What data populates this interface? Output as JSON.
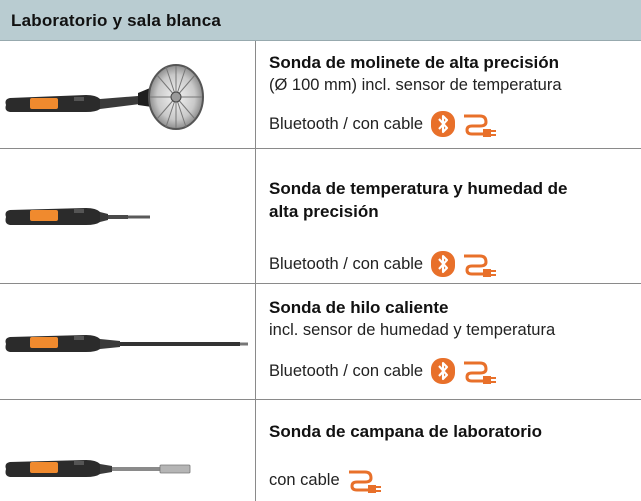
{
  "header": {
    "title": "Laboratorio y sala blanca"
  },
  "rows": [
    {
      "name": "Sonda de molinete de alta precisión",
      "desc": "(Ø 100 mm) incl. sensor de temperatura",
      "connectivity": "Bluetooth / con cable"
    },
    {
      "name_line1": "Sonda de temperatura y humedad de",
      "name_line2": "alta precisión",
      "connectivity": "Bluetooth / con cable"
    },
    {
      "name": "Sonda de hilo caliente",
      "desc": "incl. sensor de humedad y temperatura",
      "connectivity": "Bluetooth / con cable"
    },
    {
      "name": "Sonda de campana de laboratorio",
      "connectivity": "con cable"
    }
  ],
  "colors": {
    "header_bg": "#b9ccd1",
    "bluetooth": "#e8702a",
    "cable": "#e8702a",
    "handle": "#2b2b2b",
    "accent": "#f08a2e"
  },
  "icons": [
    "bluetooth-icon",
    "cable-plug-icon"
  ]
}
